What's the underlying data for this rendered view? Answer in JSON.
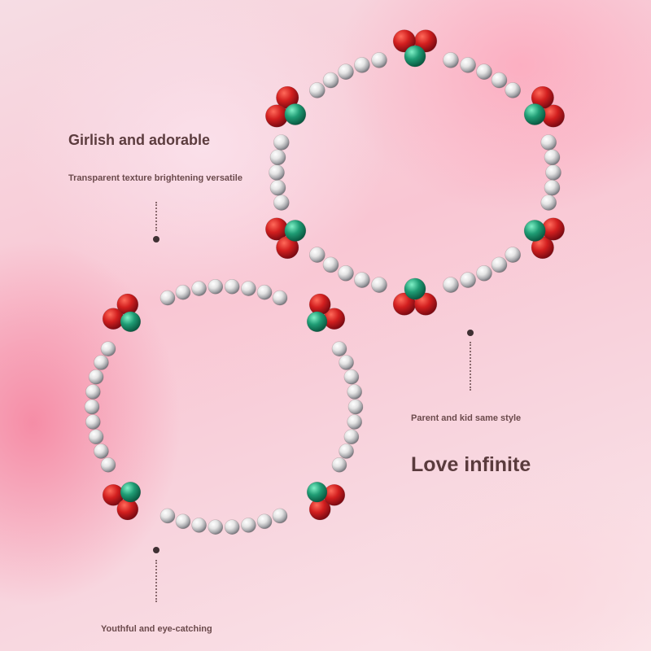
{
  "captions": {
    "girlish": "Girlish and adorable",
    "transparent": "Transparent texture brightening versatile",
    "parent_kid": "Parent and kid same style",
    "love": "Love infinite",
    "youthful": "Youthful and eye-catching"
  },
  "colors": {
    "silver": "#d9d9d9",
    "red_bead": "#c81e1e",
    "green_bead": "#1e9c74",
    "accent_text": "#5c3c3e"
  }
}
